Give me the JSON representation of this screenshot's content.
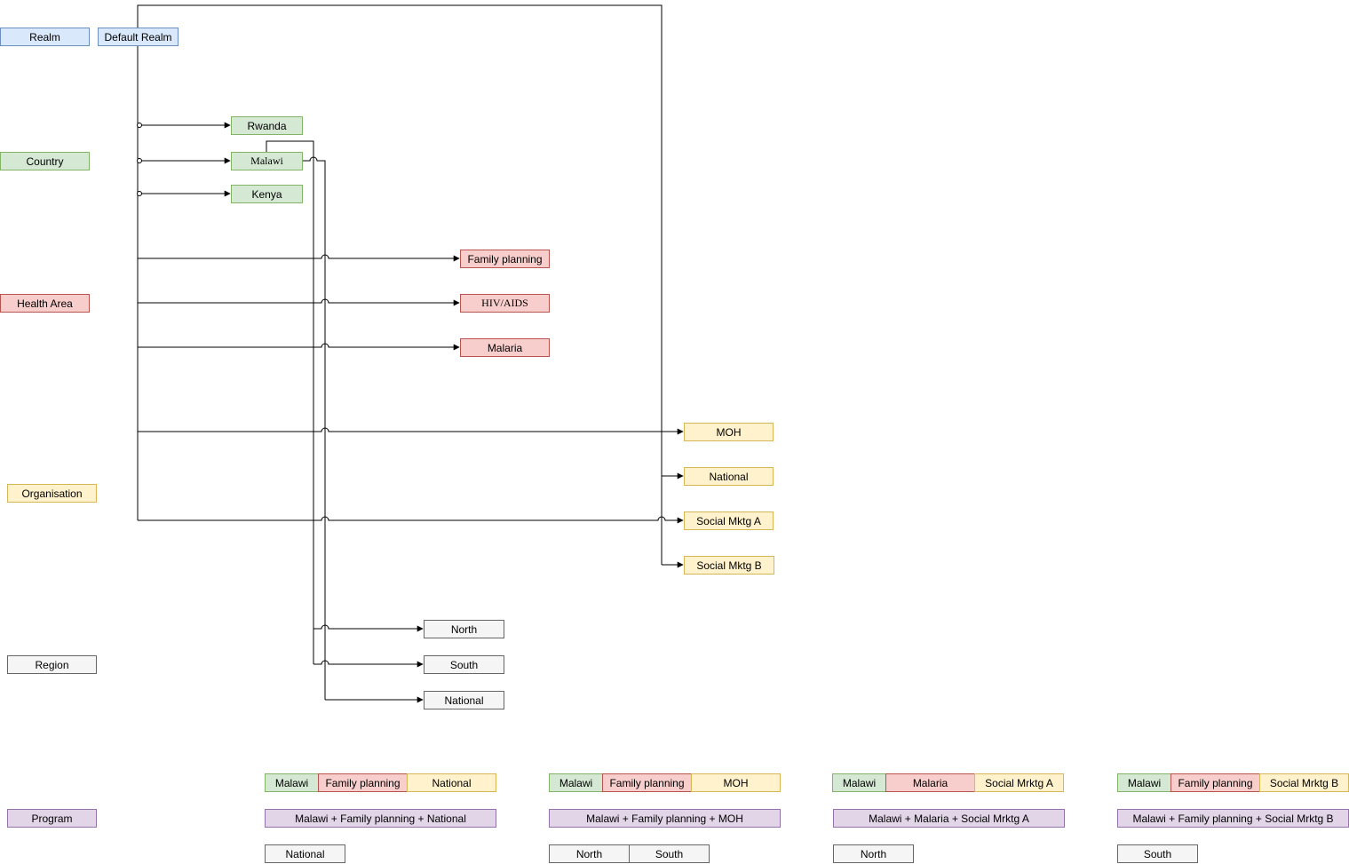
{
  "levels": {
    "realm": "Realm",
    "country": "Country",
    "health_area": "Health Area",
    "organisation": "Organisation",
    "region": "Region",
    "program": "Program"
  },
  "realm": {
    "default": "Default Realm"
  },
  "countries": [
    "Rwanda",
    "Malawi",
    "Kenya"
  ],
  "health_areas": [
    "Family planning",
    "HIV/AIDS",
    "Malaria"
  ],
  "organisations": [
    "MOH",
    "National",
    "Social Mktg A",
    "Social Mktg B"
  ],
  "regions": [
    "North",
    "South",
    "National"
  ],
  "programs": [
    {
      "country": "Malawi",
      "health_area": "Family planning",
      "organisation": "National",
      "name": "Malawi + Family planning + National",
      "regions": [
        "National"
      ]
    },
    {
      "country": "Malawi",
      "health_area": "Family planning",
      "organisation": "MOH",
      "name": "Malawi + Family planning + MOH",
      "regions": [
        "North",
        "South"
      ]
    },
    {
      "country": "Malawi",
      "health_area": "Malaria",
      "organisation": "Social Mrktg A",
      "name": "Malawi + Malaria + Social Mrktg A",
      "regions": [
        "North"
      ]
    },
    {
      "country": "Malawi",
      "health_area": "Family planning",
      "organisation": "Social Mrktg B",
      "name": "Malawi + Family planning + Social Mrktg B",
      "regions": [
        "South"
      ]
    }
  ],
  "colors": {
    "realm": "#dae8fc",
    "country": "#d5e8d4",
    "health_area": "#f8cecc",
    "organisation": "#fff2cc",
    "region": "#f5f5f5",
    "program": "#e1d5e7"
  }
}
